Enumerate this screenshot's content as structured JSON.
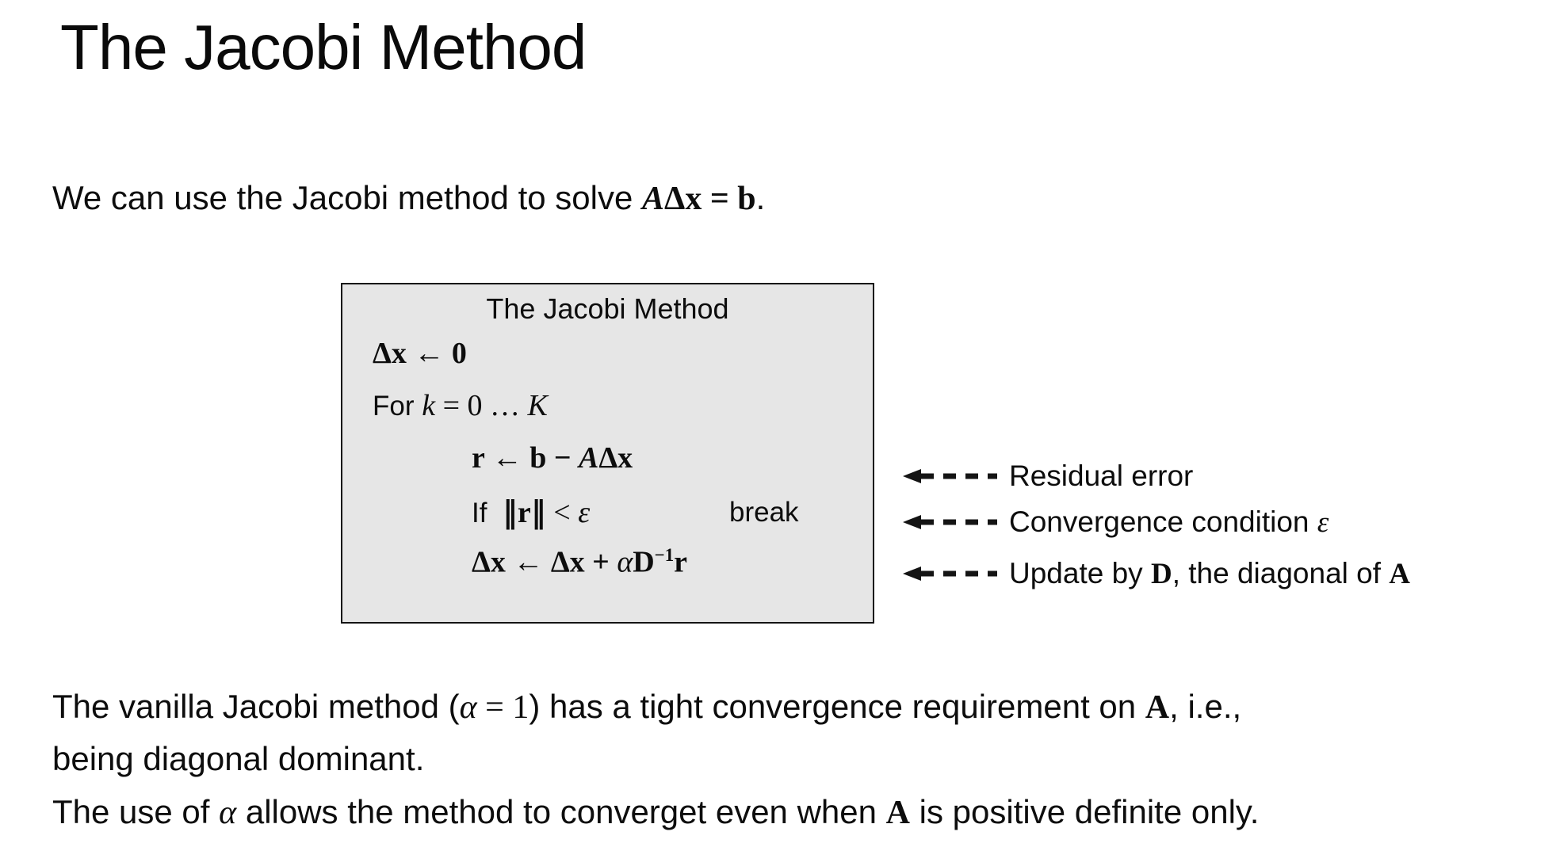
{
  "slide": {
    "title": "The Jacobi Method",
    "theme": {
      "background": "#ffffff",
      "text_color": "#0d0d0d",
      "algorithm_box_fill": "#e6e6e6",
      "algorithm_box_border": "#141414"
    },
    "intro": {
      "segments": [
        {
          "t": "We can use the Jacobi method to solve ",
          "s": "sans"
        },
        {
          "t": "A",
          "s": "mbi"
        },
        {
          "t": "Δx",
          "s": "mb"
        },
        {
          "t": " = ",
          "s": "mb"
        },
        {
          "t": "b",
          "s": "mb"
        },
        {
          "t": ".",
          "s": "sans"
        }
      ]
    },
    "algorithm_box": {
      "title": "The Jacobi Method",
      "lines": {
        "init": [
          {
            "t": "Δx",
            "s": "mb"
          },
          {
            "t": " ← ",
            "s": "mb"
          },
          {
            "t": "0",
            "s": "mb"
          }
        ],
        "for_loop": [
          {
            "t": "For ",
            "s": "sans"
          },
          {
            "t": "k",
            "s": "mi"
          },
          {
            "t": " = 0 … ",
            "s": "m"
          },
          {
            "t": "K",
            "s": "mi"
          }
        ],
        "residual": [
          {
            "t": "r",
            "s": "mb"
          },
          {
            "t": " ← ",
            "s": "mb"
          },
          {
            "t": "b",
            "s": "mb"
          },
          {
            "t": " − ",
            "s": "mb"
          },
          {
            "t": "A",
            "s": "mbi"
          },
          {
            "t": "Δx",
            "s": "mb"
          }
        ],
        "condition": [
          {
            "t": "If  ",
            "s": "sans"
          },
          {
            "t": "‖",
            "s": "bars"
          },
          {
            "t": "r",
            "s": "mb"
          },
          {
            "t": "‖",
            "s": "bars"
          },
          {
            "t": " < ",
            "s": "m"
          },
          {
            "t": "ε",
            "s": "mi"
          }
        ],
        "break_label": "break",
        "update": [
          {
            "t": "Δx",
            "s": "mb"
          },
          {
            "t": " ← ",
            "s": "mb"
          },
          {
            "t": "Δx",
            "s": "mb"
          },
          {
            "t": " + ",
            "s": "mb"
          },
          {
            "t": "α",
            "s": "mi"
          },
          {
            "t": "D",
            "s": "mb"
          },
          {
            "t": "−1",
            "s": "mb sup"
          },
          {
            "t": "r",
            "s": "mb"
          }
        ]
      }
    },
    "annotations": [
      {
        "segments": [
          {
            "t": "Residual error",
            "s": "sans"
          }
        ]
      },
      {
        "segments": [
          {
            "t": "Convergence condition ",
            "s": "sans"
          },
          {
            "t": "ε",
            "s": "mi"
          }
        ]
      },
      {
        "segments": [
          {
            "t": "Update by ",
            "s": "sans"
          },
          {
            "t": "D",
            "s": "mb"
          },
          {
            "t": ", the diagonal of ",
            "s": "sans"
          },
          {
            "t": "A",
            "s": "mb"
          }
        ]
      }
    ],
    "paragraphs": {
      "p1_line1": [
        {
          "t": "The vanilla Jacobi method (",
          "s": "sans"
        },
        {
          "t": "α",
          "s": "mi"
        },
        {
          "t": " = 1",
          "s": "m"
        },
        {
          "t": ") has a tight convergence requirement on ",
          "s": "sans"
        },
        {
          "t": "A",
          "s": "mb"
        },
        {
          "t": ", i.e.,",
          "s": "sans"
        }
      ],
      "p1_line2": [
        {
          "t": "being diagonal dominant.",
          "s": "sans"
        }
      ],
      "p2": [
        {
          "t": "The use of ",
          "s": "sans"
        },
        {
          "t": "α",
          "s": "mi"
        },
        {
          "t": " allows the method to converget even when ",
          "s": "sans"
        },
        {
          "t": "A",
          "s": "mb"
        },
        {
          "t": " is positive definite only.",
          "s": "sans"
        }
      ]
    }
  }
}
